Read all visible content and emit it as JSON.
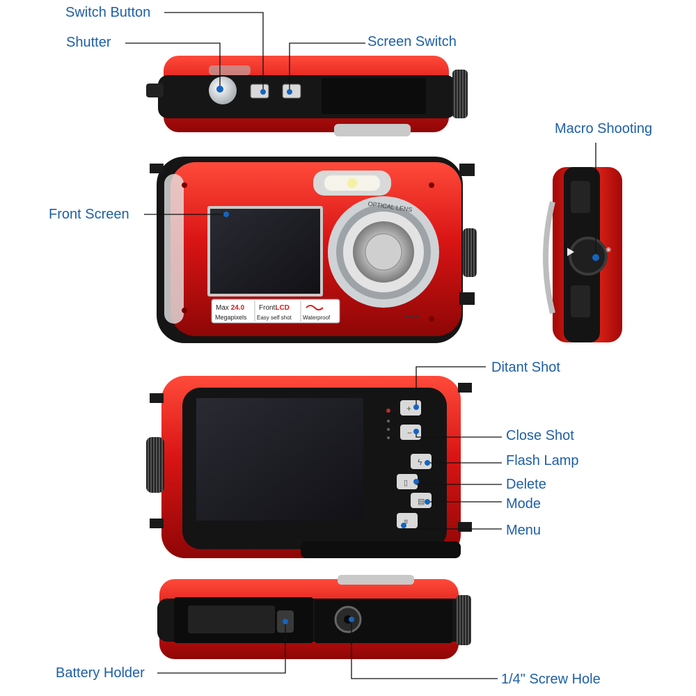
{
  "labels": {
    "switch_button": "Switch Button",
    "shutter": "Shutter",
    "screen_switch": "Screen Switch",
    "macro_shooting": "Macro Shooting",
    "front_screen": "Front Screen",
    "distant_shot": "Ditant Shot",
    "close_shot": "Close Shot",
    "flash_lamp": "Flash Lamp",
    "delete": "Delete",
    "mode": "Mode",
    "menu": "Menu",
    "battery_holder": "Battery Holder",
    "screw_hole": "1/4\" Screw Hole"
  },
  "badge": {
    "max": "Max",
    "mp_value": "24.0",
    "megapixels": "Megapixels",
    "front": "Front",
    "lcd": "LCD",
    "self_shot": "Easy self shot",
    "waterproof": "Waterproof"
  },
  "lens_ring_text": "OPTICAL LENS",
  "colors": {
    "label": "#1e5fa8",
    "accent_dot": "#1565c0",
    "body_red": "#d81a1a",
    "body_black": "#161616",
    "screen": "#1b1b22"
  },
  "icons": [
    "zoom-in-icon",
    "zoom-out-icon",
    "flash-icon",
    "trash-icon",
    "mode-icon",
    "menu-icon",
    "macro-tulip-icon"
  ]
}
